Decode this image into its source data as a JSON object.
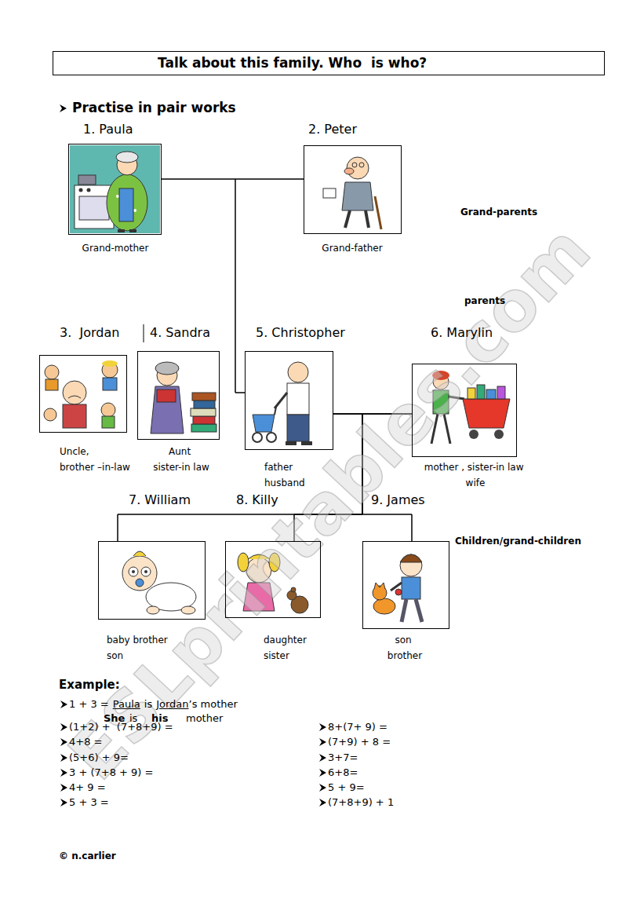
{
  "diagram": {
    "title": "Talk about this family. Who  is who?",
    "nodes": [
      {
        "text": [
          "1. Paula",
          "Grand-mother"
        ]
      },
      {
        "text": [
          "2. Peter",
          "Grand-father"
        ]
      },
      {
        "text": [
          "3.  Jordan",
          "Uncle, brother –in-law"
        ]
      },
      {
        "text": [
          "4. Sandra",
          "Aunt sister-in law"
        ]
      },
      {
        "text": [
          "5. Christopher",
          "father husband"
        ]
      },
      {
        "text": [
          "6. Marylin",
          "mother , sister-in law wife"
        ]
      },
      {
        "text": [
          "7. William",
          "baby brother son"
        ]
      },
      {
        "text": [
          "8. Killy",
          "daughter sister"
        ]
      },
      {
        "text": [
          "9. James",
          "son brother"
        ]
      }
    ],
    "edges": [
      {
        "from": 0,
        "to": 1,
        "arrow": "none"
      },
      {
        "from": 0,
        "to": 4,
        "arrow": "none"
      },
      {
        "from": 1,
        "to": 4,
        "arrow": "none"
      },
      {
        "from": 4,
        "to": 5,
        "arrow": "none"
      },
      {
        "from": 4,
        "to": 6,
        "arrow": "none"
      },
      {
        "from": 4,
        "to": 7,
        "arrow": "none"
      },
      {
        "from": 4,
        "to": 8,
        "arrow": "none"
      },
      {
        "from": 5,
        "to": 6,
        "arrow": "none"
      },
      {
        "from": 5,
        "to": 7,
        "arrow": "none"
      },
      {
        "from": 5,
        "to": 8,
        "arrow": "none"
      }
    ],
    "labels": [
      "Practise in pair works",
      "Grand-parents",
      "parents",
      "Children/grand-children",
      "Example:",
      "1 + 3 =",
      "Paula",
      "is",
      "Jordan",
      "’s mother",
      "She",
      "is",
      "his",
      "mother",
      "(1+2) +  (7+8+9) =",
      "4+8 =",
      "(5+6) + 9=",
      "3 + (7+8 + 9) =",
      "4+ 9 =",
      "5 + 3 =",
      "8+(7+ 9) =",
      "(7+9) + 8 =",
      "3+7=",
      "6+8=",
      "5 + 9=",
      "(7+8+9) + 1",
      "© n.carlier",
      "ESLprintables.com"
    ]
  }
}
